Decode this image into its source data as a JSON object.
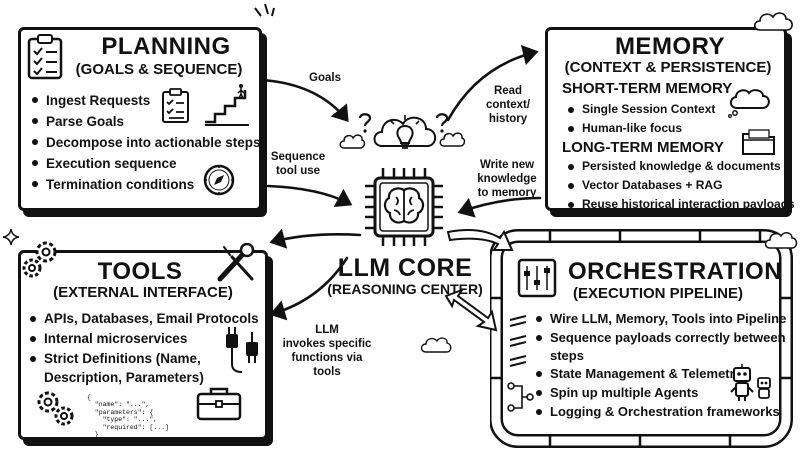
{
  "planning": {
    "title": "PLANNING",
    "subtitle": "(GOALS & SEQUENCE)",
    "items": [
      "Ingest Requests",
      "Parse Goals",
      "Decompose into actionable steps",
      "Execution sequence",
      "Termination conditions"
    ]
  },
  "memory": {
    "title": "MEMORY",
    "subtitle": "(CONTEXT & PERSISTENCE)",
    "short_term": {
      "heading": "SHORT-TERM MEMORY",
      "items": [
        "Single Session Context",
        "Human-like focus"
      ]
    },
    "long_term": {
      "heading": "LONG-TERM MEMORY",
      "items": [
        "Persisted knowledge & documents",
        "Vector Databases + RAG",
        "Reuse historical interaction payloads"
      ]
    }
  },
  "tools": {
    "title": "TOOLS",
    "subtitle": "(EXTERNAL INTERFACE)",
    "items": [
      "APIs, Databases, Email Protocols",
      "Internal microservices",
      "Strict Definitions (Name,",
      "Description, Parameters)"
    ],
    "code": [
      "{",
      "  \"name\": \"...\",",
      "  \"parameters\": {",
      "    \"type\": \"...\",",
      "    \"required\": [...]",
      "  }",
      "}"
    ]
  },
  "orchestration": {
    "title": "ORCHESTRATION",
    "subtitle": "(EXECUTION PIPELINE)",
    "items": [
      "Wire LLM, Memory, Tools into Pipeline",
      "Sequence payloads correctly between",
      "steps",
      "State Management & Telemetry",
      "Spin up multiple Agents",
      "Logging & Orchestration frameworks"
    ]
  },
  "core": {
    "title": "LLM CORE",
    "subtitle": "(REASONING CENTER)"
  },
  "arrows": {
    "goals": "Goals",
    "sequence": [
      "Sequence",
      "tool use"
    ],
    "read": [
      "Read",
      "context/",
      "history"
    ],
    "write": [
      "Write new",
      "knowledge",
      "to memory"
    ],
    "invoke": [
      "LLM",
      "invokes specific",
      "functions via",
      "tools"
    ]
  }
}
